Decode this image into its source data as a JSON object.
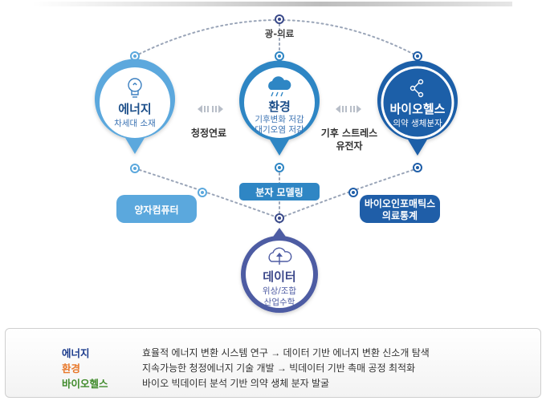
{
  "diagram": {
    "top_label": "광-의료",
    "nodes": {
      "energy": {
        "title": "에너지",
        "sub": [
          "차세대 소재"
        ]
      },
      "environment": {
        "title": "환경",
        "sub": [
          "기후변화 저감",
          "대기오염 저감"
        ]
      },
      "biohealth": {
        "title": "바이오헬스",
        "sub": [
          "의약 생체분자"
        ]
      },
      "data": {
        "title": "데이터",
        "sub": [
          "위상/조합",
          "산업수학"
        ]
      }
    },
    "connector_labels": {
      "energy_environment": "청정연료",
      "environment_biohealth": [
        "기후 스트레스",
        "유전자"
      ]
    },
    "pills": {
      "quantum": "양자컴퓨터",
      "molecular": "분자 모델링",
      "bioinfo": [
        "바이오인포매틱스",
        "의료통계"
      ]
    }
  },
  "legend": {
    "rows": [
      {
        "key": "에너지",
        "color": "#1b3b8c",
        "desc": "효율적 에너지 변환 시스템 연구 → 데이터 기반 에너지 변환 신소개 탐색"
      },
      {
        "key": "환경",
        "color": "#e8782a",
        "desc": "지속가능한 청정에너지 기술 개발 → 빅데이터 기반 촉매 공정 최적화"
      },
      {
        "key": "바이오헬스",
        "color": "#3f8a2a",
        "desc": "바이오 빅데이터 분석 기반 의약 생체 분자 발굴"
      }
    ]
  },
  "colors": {
    "energy_ring": "#5ba8dd",
    "energy_fill": "#ffffff",
    "environment_ring": "#2f86c4",
    "biohealth_fill": "#1f5ea8",
    "data_ring": "#4e5ba3",
    "connector": "#9aa5b8"
  },
  "icons": [
    "lightbulb-icon",
    "cloud-rain-icon",
    "share-icon",
    "cloud-upload-icon"
  ]
}
